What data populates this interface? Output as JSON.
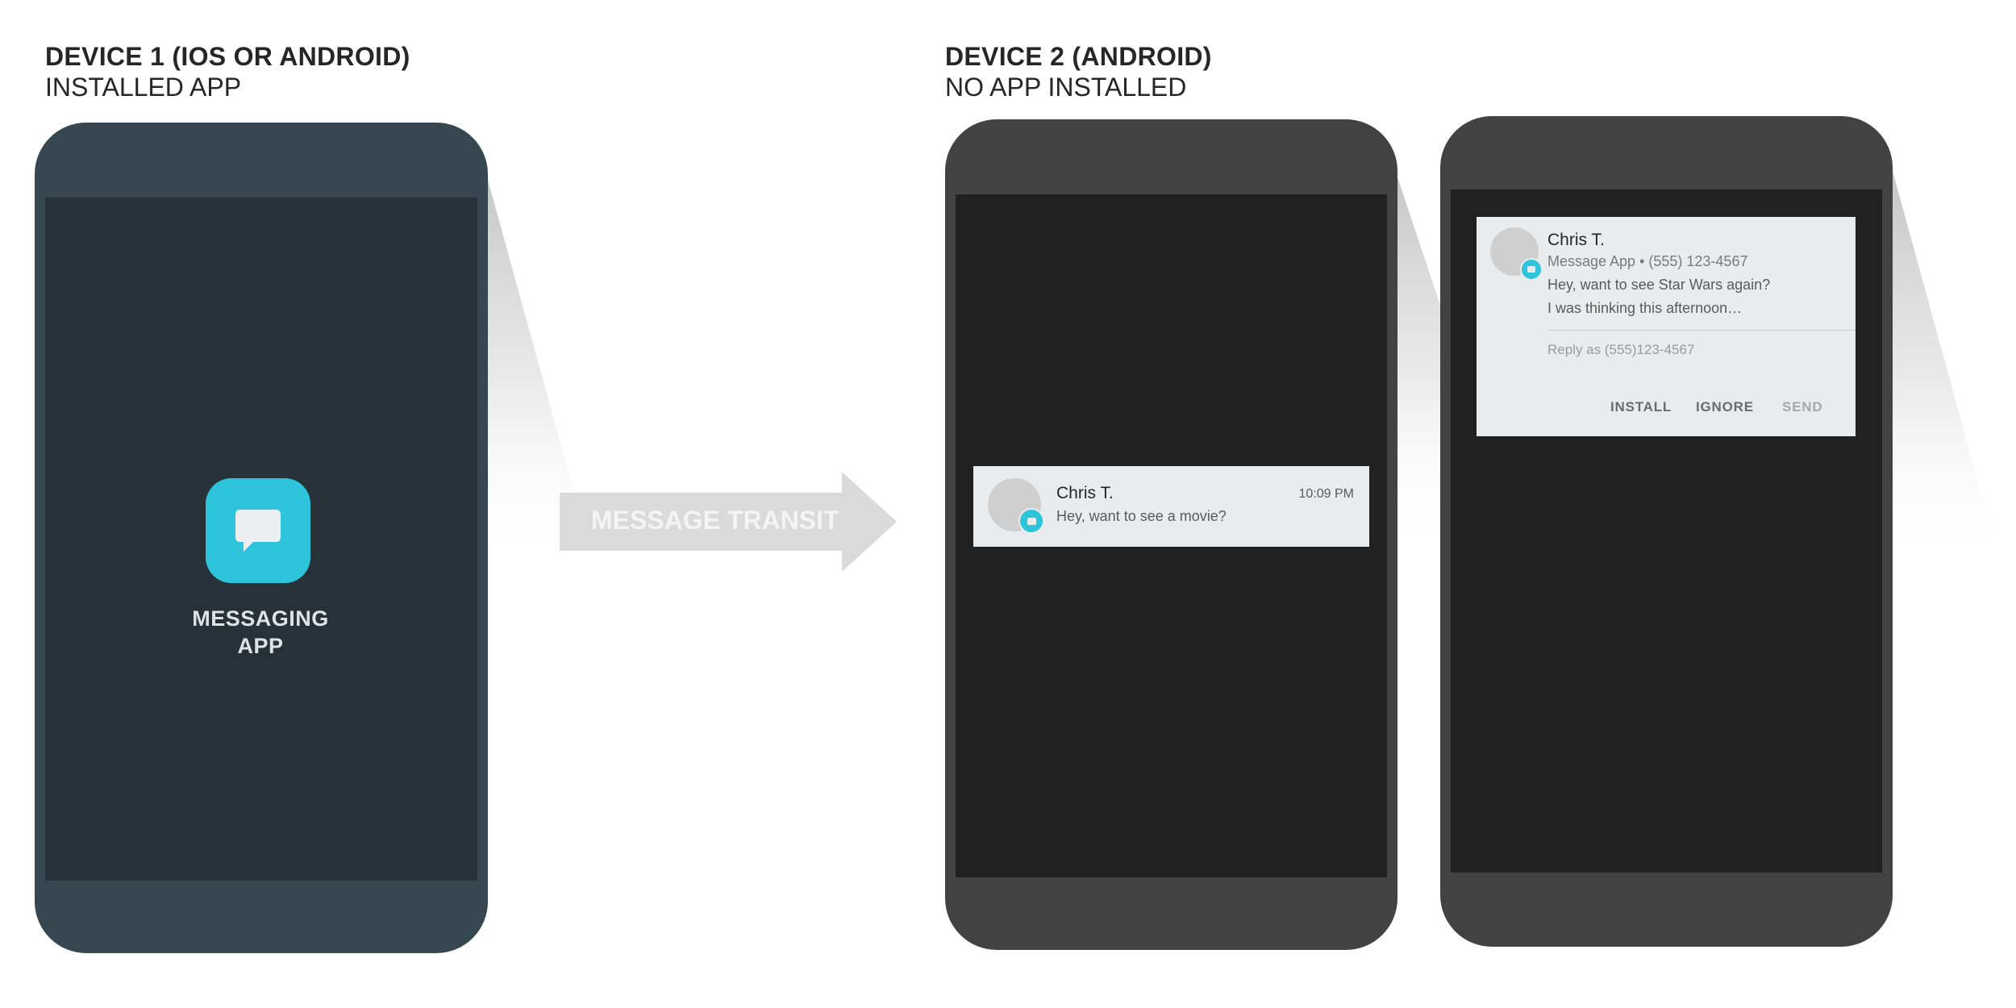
{
  "device1": {
    "title": "DEVICE 1 (IOS OR ANDROID)",
    "subtitle": "INSTALLED APP",
    "app_label_line1": "MESSAGING",
    "app_label_line2": "APP",
    "app_icon": "chat-bubble-icon"
  },
  "transit": {
    "label": "MESSAGE TRANSIT"
  },
  "device2": {
    "title": "DEVICE 2 (ANDROID)",
    "subtitle": "NO APP INSTALLED",
    "notification_collapsed": {
      "sender": "Chris T.",
      "message": "Hey, want to see a movie?",
      "time": "10:09 PM"
    },
    "notification_expanded": {
      "sender": "Chris T.",
      "meta": "Message App • (555) 123-4567",
      "message_line1": "Hey, want to see Star Wars again?",
      "message_line2": "I was thinking this afternoon…",
      "reply_placeholder": "Reply as (555)123-4567",
      "actions": {
        "install": "INSTALL",
        "ignore": "IGNORE",
        "send": "SEND"
      }
    }
  },
  "colors": {
    "device1_frame": "#37474f",
    "device1_screen": "#263238",
    "device2_frame": "#424242",
    "device2_screen": "#212121",
    "accent": "#2ec4dc",
    "notification_bg": "#e8ecef"
  }
}
